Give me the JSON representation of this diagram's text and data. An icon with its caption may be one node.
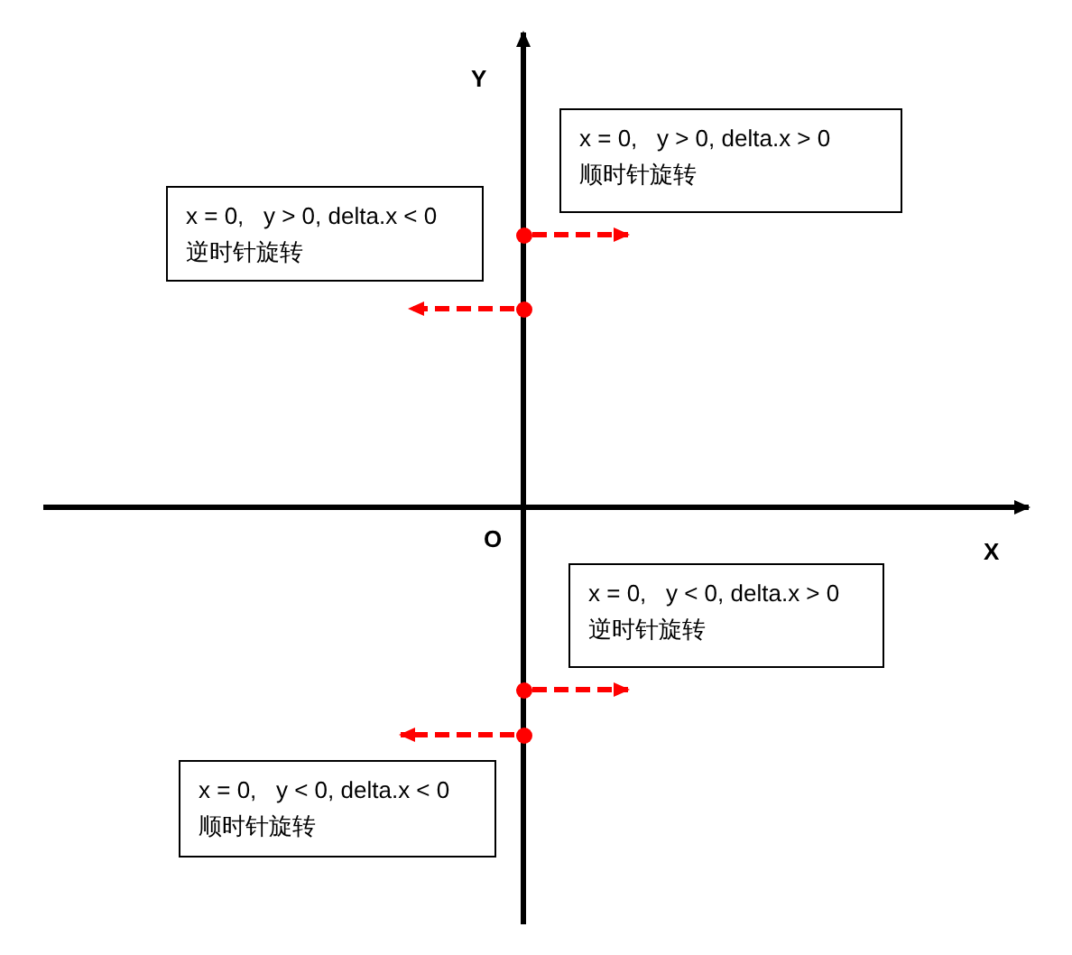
{
  "diagram": {
    "nodes": [
      {
        "text": [
          "x = 0,   y > 0, delta.x > 0",
          "顺时针旋转"
        ]
      },
      {
        "text": [
          "x = 0,   y > 0, delta.x < 0",
          "逆时针旋转"
        ]
      },
      {
        "text": [],
        "shape": "circle"
      },
      {
        "text": [],
        "shape": "circle"
      },
      {
        "text": [
          "x = 0,   y < 0, delta.x > 0",
          "逆时针旋转"
        ]
      },
      {
        "text": [],
        "shape": "circle"
      },
      {
        "text": [],
        "shape": "circle"
      },
      {
        "text": [
          "x = 0,   y < 0, delta.x < 0",
          "顺时针旋转"
        ]
      }
    ],
    "edges": [
      {
        "from": 2,
        "to": 0,
        "arrow": "to",
        "style": "dashed",
        "color": "#ff0000"
      },
      {
        "from": 3,
        "to": 1,
        "arrow": "to",
        "style": "dashed",
        "color": "#ff0000"
      },
      {
        "from": 5,
        "to": 4,
        "arrow": "to",
        "style": "dashed",
        "color": "#ff0000"
      },
      {
        "from": 6,
        "to": 7,
        "arrow": "to",
        "style": "dashed",
        "color": "#ff0000"
      }
    ],
    "labels": [
      "Y",
      "O",
      "X"
    ]
  }
}
